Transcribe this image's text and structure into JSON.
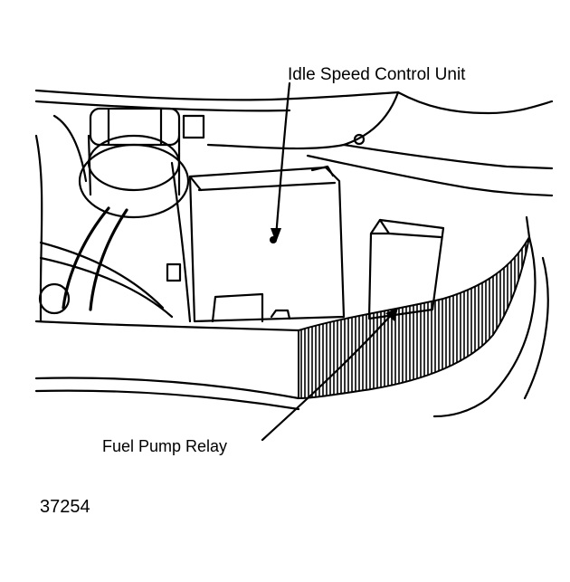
{
  "labels": {
    "idle_speed_control_unit": "Idle Speed Control Unit",
    "fuel_pump_relay": "Fuel Pump Relay",
    "figure_number": "37254"
  },
  "colors": {
    "ink": "#000000",
    "paper": "#ffffff"
  },
  "components": [
    "idle-speed-control-unit",
    "fuel-pump-relay",
    "wiring-harness",
    "engine-bay"
  ]
}
